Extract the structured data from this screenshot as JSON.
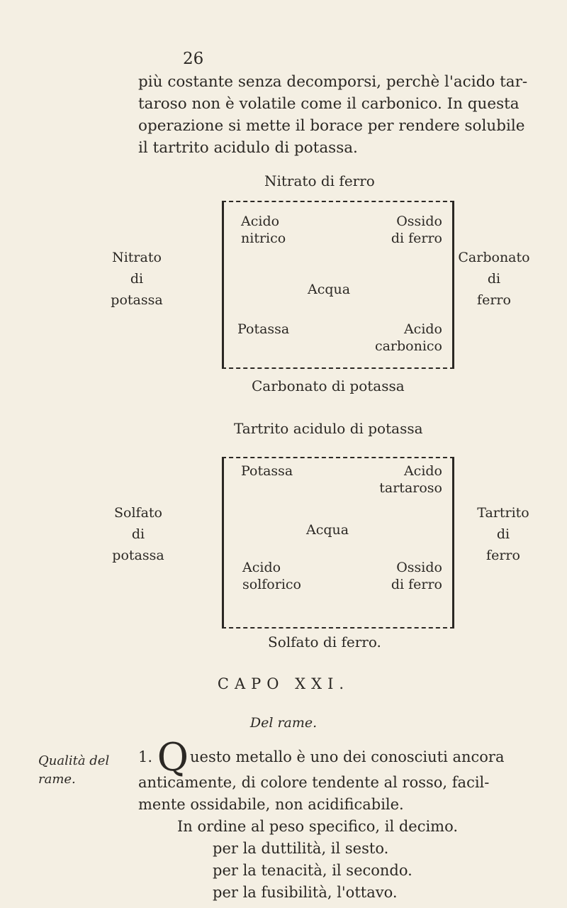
{
  "page_number": "26",
  "intro_lines": [
    "più costante senza decomporsi, perchè l'acido tar-",
    "taroso non è volatile come il carbonico. In questa",
    "operazione si mette il borace per rendere solubile",
    "il tartrito acidulo di potassa."
  ],
  "diagram1": {
    "title": "Nitrato di ferro",
    "left_label": [
      "Nitrato",
      "di",
      "potassa"
    ],
    "right_label": [
      "Carbonato",
      "di",
      "ferro"
    ],
    "top_left": [
      "Acido",
      "nitrico"
    ],
    "top_right": [
      "Ossido",
      "di ferro"
    ],
    "center": "Acqua",
    "bottom_left": [
      "Potassa"
    ],
    "bottom_right": [
      "Acido",
      "carbonico"
    ],
    "bottom_title": "Carbonato di potassa"
  },
  "diagram2": {
    "title": "Tartrito acidulo di potassa",
    "left_label": [
      "Solfato",
      "di",
      "potassa"
    ],
    "right_label": [
      "Tartrito",
      "di",
      "ferro"
    ],
    "top_left": [
      "Potassa"
    ],
    "top_right": [
      "Acido",
      "tartaroso"
    ],
    "center": "Acqua",
    "bottom_left": [
      "Acido",
      "solforico"
    ],
    "bottom_right": [
      "Ossido",
      "di ferro"
    ],
    "bottom_title": "Solfato di ferro."
  },
  "chapter_heading": "CAPO XXI.",
  "chapter_subtitle": "Del rame.",
  "margin_note": [
    "Qualità del",
    "rame."
  ],
  "paragraph": {
    "number": "1.",
    "dropcap": "Q",
    "first_line_rest": "uesto metallo è uno dei conosciuti ancora",
    "lines": [
      "anticamente, di colore tendente al rosso, facil-",
      "mente ossidabile, non acidificabile."
    ],
    "indented_lines": [
      "In ordine al peso specifico, il decimo.",
      "per la duttilità, il sesto.",
      "per la tenacità, il secondo.",
      "per la fusibilità, l'ottavo."
    ]
  }
}
